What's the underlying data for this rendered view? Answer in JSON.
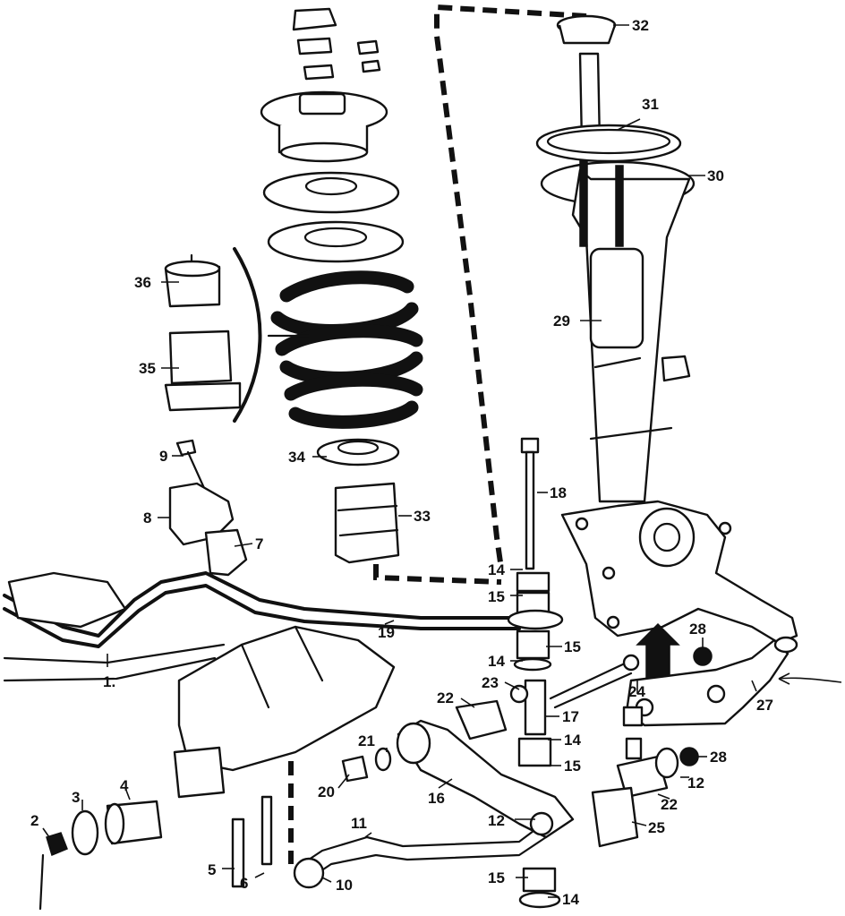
{
  "diagram": {
    "callouts": [
      {
        "id": "l1",
        "text": "1."
      },
      {
        "id": "l2",
        "text": "2"
      },
      {
        "id": "l3",
        "text": "3"
      },
      {
        "id": "l4",
        "text": "4"
      },
      {
        "id": "l5",
        "text": "5"
      },
      {
        "id": "l6",
        "text": "6"
      },
      {
        "id": "l7",
        "text": "7"
      },
      {
        "id": "l8",
        "text": "8"
      },
      {
        "id": "l9",
        "text": "9"
      },
      {
        "id": "l10",
        "text": "10"
      },
      {
        "id": "l11",
        "text": "11"
      },
      {
        "id": "l12a",
        "text": "12"
      },
      {
        "id": "l12b",
        "text": "12"
      },
      {
        "id": "l14a",
        "text": "14"
      },
      {
        "id": "l14b",
        "text": "14"
      },
      {
        "id": "l14c",
        "text": "14"
      },
      {
        "id": "l14d",
        "text": "14"
      },
      {
        "id": "l15a",
        "text": "15"
      },
      {
        "id": "l15b",
        "text": "15"
      },
      {
        "id": "l15c",
        "text": "15"
      },
      {
        "id": "l15d",
        "text": "15"
      },
      {
        "id": "l16",
        "text": "16"
      },
      {
        "id": "l17",
        "text": "17"
      },
      {
        "id": "l18",
        "text": "18"
      },
      {
        "id": "l19",
        "text": "19"
      },
      {
        "id": "l20",
        "text": "20"
      },
      {
        "id": "l21",
        "text": "21"
      },
      {
        "id": "l22a",
        "text": "22"
      },
      {
        "id": "l22b",
        "text": "22"
      },
      {
        "id": "l23",
        "text": "23"
      },
      {
        "id": "l24",
        "text": "24"
      },
      {
        "id": "l25",
        "text": "25"
      },
      {
        "id": "l27",
        "text": "27"
      },
      {
        "id": "l28a",
        "text": "28"
      },
      {
        "id": "l28b",
        "text": "28"
      },
      {
        "id": "l29",
        "text": "29"
      },
      {
        "id": "l30",
        "text": "30"
      },
      {
        "id": "l31",
        "text": "31"
      },
      {
        "id": "l32",
        "text": "32"
      },
      {
        "id": "l33",
        "text": "33"
      },
      {
        "id": "l34",
        "text": "34"
      },
      {
        "id": "l35",
        "text": "35"
      },
      {
        "id": "l36",
        "text": "36"
      }
    ]
  }
}
